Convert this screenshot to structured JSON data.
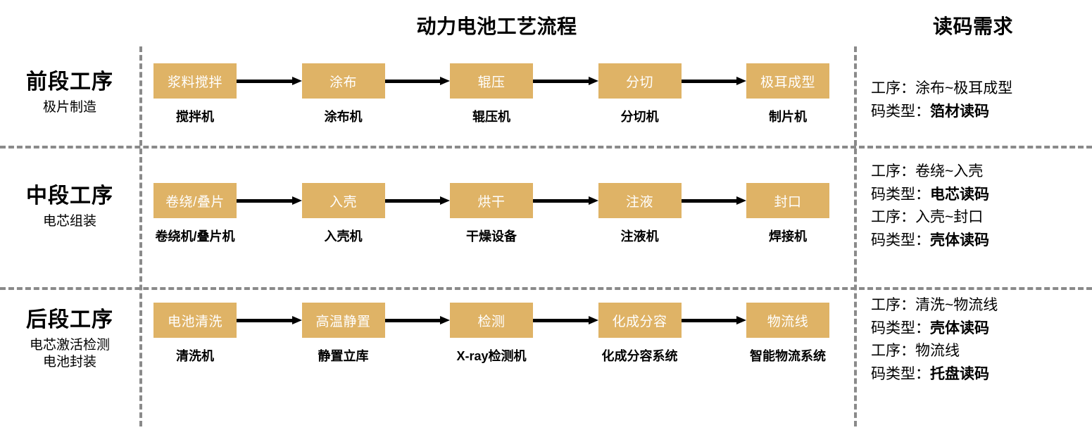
{
  "headers": {
    "flow_title": "动力电池工艺流程",
    "requirement_title": "读码需求"
  },
  "colors": {
    "node_fill": "#dfb366",
    "node_text": "#ffffff",
    "divider": "#8a8a8a",
    "arrow": "#000000",
    "background": "#ffffff"
  },
  "stages": [
    {
      "title": "前段工序",
      "subtitle": "极片制造",
      "steps": [
        {
          "name": "浆料搅拌",
          "machine": "搅拌机"
        },
        {
          "name": "涂布",
          "machine": "涂布机"
        },
        {
          "name": "辊压",
          "machine": "辊压机"
        },
        {
          "name": "分切",
          "machine": "分切机"
        },
        {
          "name": "极耳成型",
          "machine": "制片机"
        }
      ],
      "requirements": [
        {
          "process_label": "工序：",
          "process_value": "涂布~极耳成型",
          "code_label": "码类型：",
          "code_value": "箔材读码"
        }
      ]
    },
    {
      "title": "中段工序",
      "subtitle": "电芯组装",
      "steps": [
        {
          "name": "卷绕/叠片",
          "machine": "卷绕机/叠片机"
        },
        {
          "name": "入壳",
          "machine": "入壳机"
        },
        {
          "name": "烘干",
          "machine": "干燥设备"
        },
        {
          "name": "注液",
          "machine": "注液机"
        },
        {
          "name": "封口",
          "machine": "焊接机"
        }
      ],
      "requirements": [
        {
          "process_label": "工序：",
          "process_value": "卷绕~入壳",
          "code_label": "码类型：",
          "code_value": "电芯读码"
        },
        {
          "process_label": "工序：",
          "process_value": "入壳~封口",
          "code_label": "码类型：",
          "code_value": "壳体读码"
        }
      ]
    },
    {
      "title": "后段工序",
      "subtitle": "电芯激活检测\n电池封装",
      "subtitle_line1": "电芯激活检测",
      "subtitle_line2": "电池封装",
      "steps": [
        {
          "name": "电池清洗",
          "machine": "清洗机"
        },
        {
          "name": "高温静置",
          "machine": "静置立库"
        },
        {
          "name": "检测",
          "machine": "X-ray检测机"
        },
        {
          "name": "化成分容",
          "machine": "化成分容系统"
        },
        {
          "name": "物流线",
          "machine": "智能物流系统"
        }
      ],
      "requirements": [
        {
          "process_label": "工序：",
          "process_value": "清洗~物流线",
          "code_label": "码类型：",
          "code_value": "壳体读码"
        },
        {
          "process_label": "工序：",
          "process_value": "物流线",
          "code_label": "码类型：",
          "code_value": "托盘读码"
        }
      ]
    }
  ]
}
